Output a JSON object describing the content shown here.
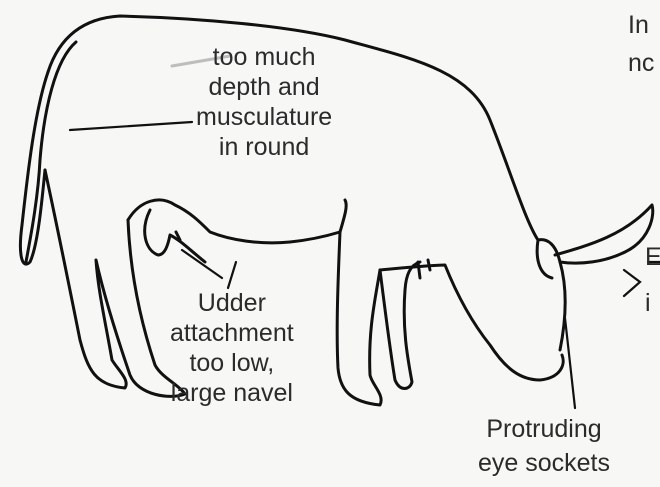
{
  "annotations": {
    "round": {
      "lines": [
        "too much",
        "depth and",
        "musculature",
        "in round"
      ]
    },
    "udder": {
      "lines": [
        "Udder",
        "attachment",
        "too low,",
        "large navel"
      ]
    },
    "eyes": {
      "lines": [
        "Protruding",
        "eye sockets"
      ]
    },
    "top_right_cut": {
      "lines": [
        "In",
        "",
        "nc"
      ]
    },
    "mid_right_cut": {
      "lines": [
        "E",
        "i"
      ]
    }
  },
  "colors": {
    "ink": "#111111",
    "text": "#2b2b2b",
    "background": "#f7f7f5"
  }
}
